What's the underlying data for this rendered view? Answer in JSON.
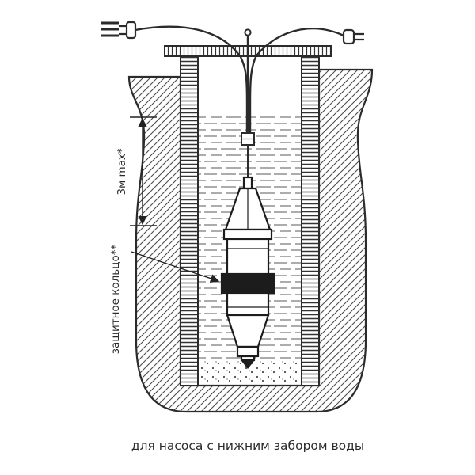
{
  "caption": "для насоса с нижним забором воды",
  "annotations": {
    "max_depth": "3м max*",
    "protective_ring": "защитное кольцо**"
  },
  "colors": {
    "line": "#2b2b2b",
    "hatch": "#4a4a4a",
    "water_dash": "#5a5a5a",
    "dark_fill": "#1c1c1c",
    "background": "#ffffff"
  },
  "diagram": {
    "type": "technical-illustration",
    "subject": "submersible pump with bottom water intake suspended in a well",
    "elements": [
      "hatched-well-walls",
      "ribbed-casing-pipes",
      "water-fill",
      "gravel-bed",
      "support-bar",
      "suspension-cables",
      "wall-outlet-symbol",
      "power-plug",
      "pump-body",
      "protective-ring",
      "depth-dimension-arrow"
    ]
  }
}
